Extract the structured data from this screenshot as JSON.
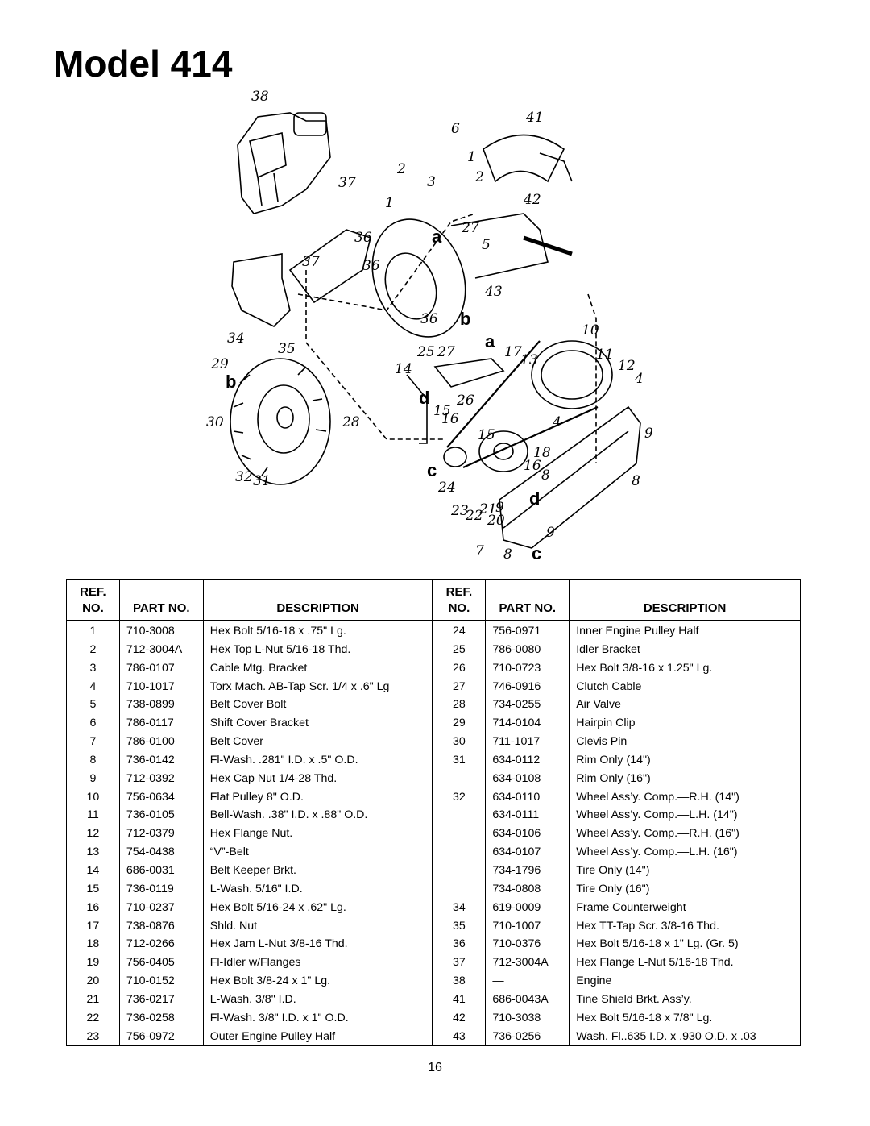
{
  "page": {
    "title": "Model 414",
    "page_number": "16"
  },
  "diagram": {
    "callouts": [
      "38",
      "6",
      "41",
      "2",
      "3",
      "1",
      "2",
      "37",
      "42",
      "1",
      "27",
      "36",
      "a",
      "5",
      "37",
      "36",
      "43",
      "36",
      "b",
      "10",
      "a",
      "25",
      "27",
      "17",
      "13",
      "11",
      "12",
      "4",
      "34",
      "35",
      "14",
      "29",
      "b",
      "d",
      "26",
      "15",
      "16",
      "4",
      "9",
      "30",
      "28",
      "15",
      "18",
      "16",
      "c",
      "8",
      "32",
      "31",
      "24",
      "8",
      "d",
      "23",
      "22",
      "21",
      "20",
      "9",
      "9",
      "7",
      "8",
      "c"
    ]
  },
  "table": {
    "headers": {
      "ref_line1": "REF.",
      "ref_line2": "NO.",
      "part_no": "PART NO.",
      "description": "DESCRIPTION"
    },
    "rows": [
      {
        "l_ref": "1",
        "l_part": "710-3008",
        "l_desc": "Hex Bolt 5/16-18 x .75\" Lg.",
        "r_ref": "24",
        "r_part": "756-0971",
        "r_desc": "Inner Engine Pulley Half"
      },
      {
        "l_ref": "2",
        "l_part": "712-3004A",
        "l_desc": "Hex Top L-Nut 5/16-18 Thd.",
        "r_ref": "25",
        "r_part": "786-0080",
        "r_desc": "Idler Bracket"
      },
      {
        "l_ref": "3",
        "l_part": "786-0107",
        "l_desc": "Cable Mtg. Bracket",
        "r_ref": "26",
        "r_part": "710-0723",
        "r_desc": "Hex Bolt 3/8-16 x 1.25\" Lg."
      },
      {
        "l_ref": "4",
        "l_part": "710-1017",
        "l_desc": "Torx Mach. AB-Tap Scr. 1/4 x .6\" Lg",
        "r_ref": "27",
        "r_part": "746-0916",
        "r_desc": "Clutch Cable"
      },
      {
        "l_ref": "5",
        "l_part": "738-0899",
        "l_desc": "Belt Cover Bolt",
        "r_ref": "28",
        "r_part": "734-0255",
        "r_desc": "Air Valve"
      },
      {
        "l_ref": "6",
        "l_part": "786-0117",
        "l_desc": "Shift Cover Bracket",
        "r_ref": "29",
        "r_part": "714-0104",
        "r_desc": "Hairpin Clip"
      },
      {
        "l_ref": "7",
        "l_part": "786-0100",
        "l_desc": "Belt Cover",
        "r_ref": "30",
        "r_part": "711-1017",
        "r_desc": "Clevis Pin"
      },
      {
        "l_ref": "8",
        "l_part": "736-0142",
        "l_desc": "Fl-Wash. .281\" I.D. x .5\" O.D.",
        "r_ref": "31",
        "r_part": "634-0112",
        "r_desc": "Rim Only (14\")"
      },
      {
        "l_ref": "9",
        "l_part": "712-0392",
        "l_desc": "Hex Cap Nut 1/4-28 Thd.",
        "r_ref": "",
        "r_part": "634-0108",
        "r_desc": "Rim Only (16\")"
      },
      {
        "l_ref": "10",
        "l_part": "756-0634",
        "l_desc": "Flat Pulley 8\" O.D.",
        "r_ref": "32",
        "r_part": "634-0110",
        "r_desc": "Wheel Ass’y. Comp.—R.H. (14\")"
      },
      {
        "l_ref": "11",
        "l_part": "736-0105",
        "l_desc": "Bell-Wash. .38\" I.D. x .88\" O.D.",
        "r_ref": "",
        "r_part": "634-0111",
        "r_desc": "Wheel Ass’y. Comp.—L.H. (14\")"
      },
      {
        "l_ref": "12",
        "l_part": "712-0379",
        "l_desc": "Hex Flange Nut.",
        "r_ref": "",
        "r_part": "634-0106",
        "r_desc": "Wheel Ass’y. Comp.—R.H. (16\")"
      },
      {
        "l_ref": "13",
        "l_part": "754-0438",
        "l_desc": "“V”-Belt",
        "r_ref": "",
        "r_part": "634-0107",
        "r_desc": "Wheel Ass’y. Comp.—L.H. (16\")"
      },
      {
        "l_ref": "14",
        "l_part": "686-0031",
        "l_desc": "Belt Keeper Brkt.",
        "r_ref": "",
        "r_part": "734-1796",
        "r_desc": "Tire Only (14\")"
      },
      {
        "l_ref": "15",
        "l_part": "736-0119",
        "l_desc": "L-Wash. 5/16\" I.D.",
        "r_ref": "",
        "r_part": "734-0808",
        "r_desc": "Tire Only (16\")"
      },
      {
        "l_ref": "16",
        "l_part": "710-0237",
        "l_desc": "Hex Bolt 5/16-24 x .62\" Lg.",
        "r_ref": "34",
        "r_part": "619-0009",
        "r_desc": "Frame Counterweight"
      },
      {
        "l_ref": "17",
        "l_part": "738-0876",
        "l_desc": "Shld. Nut",
        "r_ref": "35",
        "r_part": "710-1007",
        "r_desc": "Hex TT-Tap Scr. 3/8-16 Thd."
      },
      {
        "l_ref": "18",
        "l_part": "712-0266",
        "l_desc": "Hex Jam L-Nut 3/8-16 Thd.",
        "r_ref": "36",
        "r_part": "710-0376",
        "r_desc": "Hex Bolt 5/16-18 x 1\" Lg. (Gr. 5)"
      },
      {
        "l_ref": "19",
        "l_part": "756-0405",
        "l_desc": "Fl-Idler w/Flanges",
        "r_ref": "37",
        "r_part": "712-3004A",
        "r_desc": "Hex Flange L-Nut 5/16-18 Thd."
      },
      {
        "l_ref": "20",
        "l_part": "710-0152",
        "l_desc": "Hex Bolt 3/8-24 x 1\" Lg.",
        "r_ref": "38",
        "r_part": "—",
        "r_desc": "Engine"
      },
      {
        "l_ref": "21",
        "l_part": "736-0217",
        "l_desc": "L-Wash. 3/8\" I.D.",
        "r_ref": "41",
        "r_part": "686-0043A",
        "r_desc": "Tine Shield Brkt. Ass’y."
      },
      {
        "l_ref": "22",
        "l_part": "736-0258",
        "l_desc": "Fl-Wash. 3/8\" I.D. x 1\" O.D.",
        "r_ref": "42",
        "r_part": "710-3038",
        "r_desc": "Hex Bolt 5/16-18 x 7/8\" Lg."
      },
      {
        "l_ref": "23",
        "l_part": "756-0972",
        "l_desc": "Outer Engine Pulley Half",
        "r_ref": "43",
        "r_part": "736-0256",
        "r_desc": "Wash. Fl..635 I.D. x .930 O.D. x .03"
      }
    ]
  }
}
